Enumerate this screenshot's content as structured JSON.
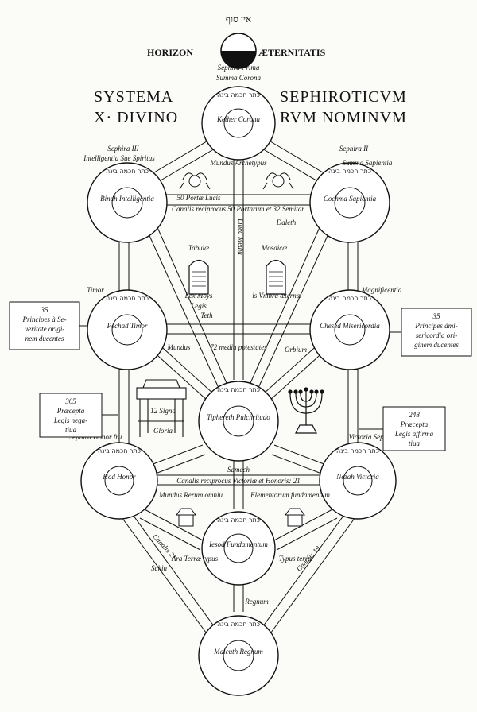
{
  "header": {
    "hebrew_top": "אין סוף",
    "horizon_left": "HORIZON",
    "horizon_right": "ÆTERNITATIS",
    "sephira_prima": "Sephira  Prima",
    "summa_corona": "Summa Corona",
    "title_left": "SYSTEMA",
    "title_right": "SEPHIROTICVM",
    "subtitle_left": "X· DIVINO",
    "subtitle_right": "RVM NOMINVM"
  },
  "sephirot": {
    "kether": "Kether Corona",
    "binah": "Binah Intelligentia",
    "cochma": "Cochma Sapientia",
    "pechad": "Pechad Timor",
    "chesed": "Chesed Misericordia",
    "tiphereth": "Tiphereth Pulchritudo",
    "hod": "Hod Honor",
    "nezah": "Nezah Victoria",
    "iesod": "Iesod Fundamentum",
    "malcuth": "Malcuth Regnum"
  },
  "labels": {
    "sephira3": "Sephira III",
    "intelligentia": "Intelligentia Sue Spiritus",
    "sephira2": "Sephira II",
    "summa_sapientia": "Summa  Sapientia",
    "mundus_archetypus": "Mundus Archetypus",
    "portae_lucis": "50 Portæ Lucis",
    "canalis_reciprocus": "Canalis reciprocus 50 Portarum et 32 Semitar.",
    "daleth": "Daleth",
    "tabulae": "Tabulæ",
    "mosaicae": "Mosaicæ",
    "lex_moys": "Lex Moys",
    "legis": "Legis",
    "umbra": "is Vmbra æternæ",
    "linea_media": "Linea Media",
    "timor": "Timor",
    "magnificentia": "Magnificentia",
    "teth": "Teth",
    "orbium": "Orbium",
    "mundus": "Mundus",
    "media_potestates": "72 media potestates",
    "sephira_honor": "Sephira Honor fru",
    "victoria_sephira": "Victoria Sephira VII",
    "samech": "Samech",
    "canalis_reciprocus_vict": "Canalis reciprocus Victoriæ et Honoris: 21",
    "mundus_rerum": "Mundus Rerum omniu",
    "elementorum": "Elementorum fundamentum",
    "ara_terrae": "Ara Terræ typus",
    "typus_terræ": "Typus terræ",
    "regnum": "Regnum",
    "canalis_21": "Canalis 21",
    "schin": "Schin",
    "canalis_19": "Canalis 19",
    "sign12": "12 Signa",
    "gloria": "Gloria"
  },
  "side_boxes": {
    "left_top": [
      "35",
      "Principes à Se-",
      "ueritate origi-",
      "nem ducentes"
    ],
    "right_top": [
      "35",
      "Principes àmi-",
      "sericordia ori-",
      "ginem ducentes"
    ],
    "left_bottom": [
      "365",
      "Præcepta",
      "Legis nega-",
      "tiua"
    ],
    "right_bottom": [
      "248",
      "Præcepta",
      "Legis affirma",
      "tiua"
    ]
  },
  "hebrew_ring": "כתר חכמה בינה",
  "colors": {
    "ink": "#111111",
    "paper": "#fbfbf8"
  }
}
